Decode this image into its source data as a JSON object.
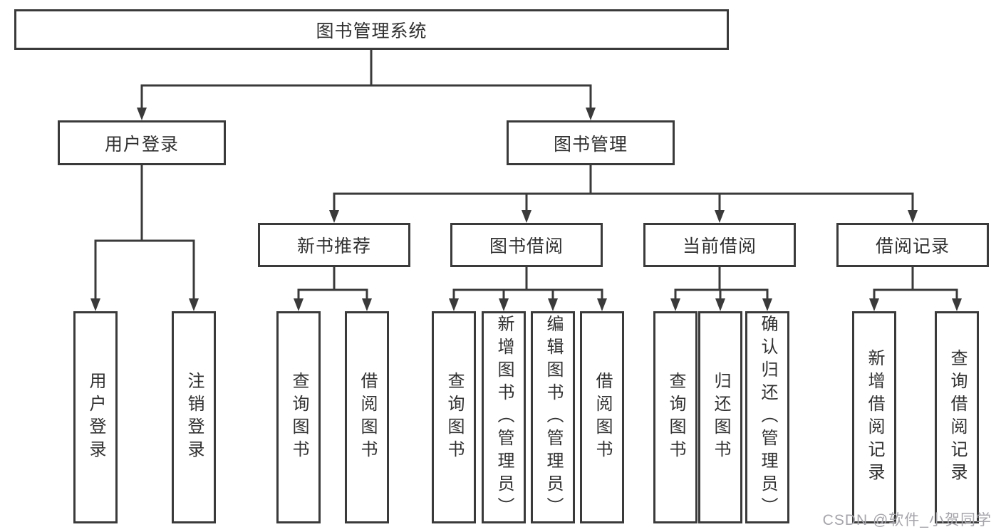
{
  "diagram": {
    "type": "hierarchy-tree",
    "root": {
      "label": "图书管理系统",
      "children": [
        {
          "label": "用户登录",
          "children": [
            {
              "label": "用户登录"
            },
            {
              "label": "注销登录"
            }
          ]
        },
        {
          "label": "图书管理",
          "children": [
            {
              "label": "新书推荐",
              "children": [
                {
                  "label": "查询图书"
                },
                {
                  "label": "借阅图书"
                }
              ]
            },
            {
              "label": "图书借阅",
              "children": [
                {
                  "label": "查询图书"
                },
                {
                  "label": "新增图书（管理员）"
                },
                {
                  "label": "编辑图书（管理员）"
                },
                {
                  "label": "借阅图书"
                }
              ]
            },
            {
              "label": "当前借阅",
              "children": [
                {
                  "label": "查询图书"
                },
                {
                  "label": "归还图书"
                },
                {
                  "label": "确认归还（管理员）"
                }
              ]
            },
            {
              "label": "借阅记录",
              "children": [
                {
                  "label": "新增借阅记录"
                },
                {
                  "label": "查询借阅记录"
                }
              ]
            }
          ]
        }
      ]
    },
    "colors": {
      "line": "#3a3a3a",
      "box_border": "#3a3a3a",
      "text": "#303030",
      "background": "#ffffff",
      "watermark": "#a5a5ab"
    }
  },
  "watermark": {
    "text": "CSDN @软件_小贺同学"
  }
}
